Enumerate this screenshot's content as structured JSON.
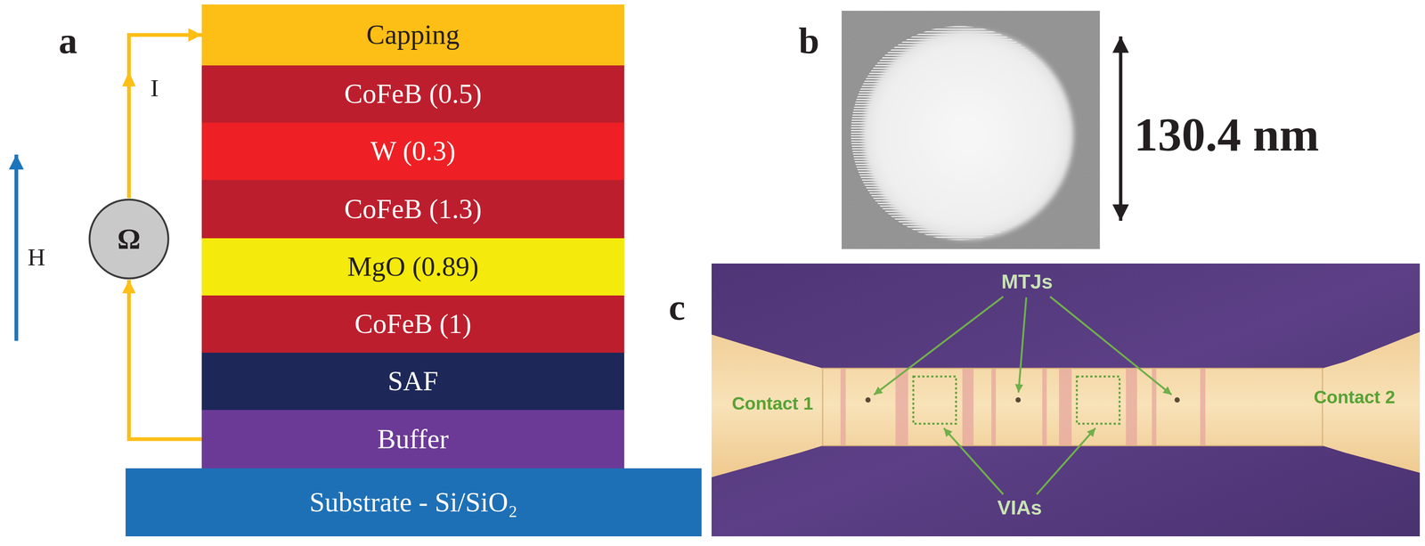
{
  "diagram": {
    "nodes": [
      {
        "text": [
          "Capping"
        ]
      },
      {
        "text": [
          "CoFeB (0.5)"
        ]
      },
      {
        "text": [
          "W (0.3)"
        ]
      },
      {
        "text": [
          "CoFeB (1.3)"
        ]
      },
      {
        "text": [
          "MgO (0.89)"
        ]
      },
      {
        "text": [
          "CoFeB (1)"
        ]
      },
      {
        "text": [
          "SAF"
        ]
      },
      {
        "text": [
          "Buffer"
        ]
      },
      {
        "text": [
          "Substrate - Si/SiO₂"
        ]
      },
      {
        "text": [
          "Ω"
        ]
      }
    ],
    "edges": [
      {
        "from": 7,
        "to": 9,
        "arrow": "to"
      },
      {
        "from": 9,
        "to": 0,
        "arrow": "to"
      }
    ],
    "labels": [
      "a",
      "I",
      "H",
      "b",
      "130.4 nm",
      "c",
      "MTJs",
      "Contact 1",
      "VIAs",
      "Contact 2"
    ]
  }
}
